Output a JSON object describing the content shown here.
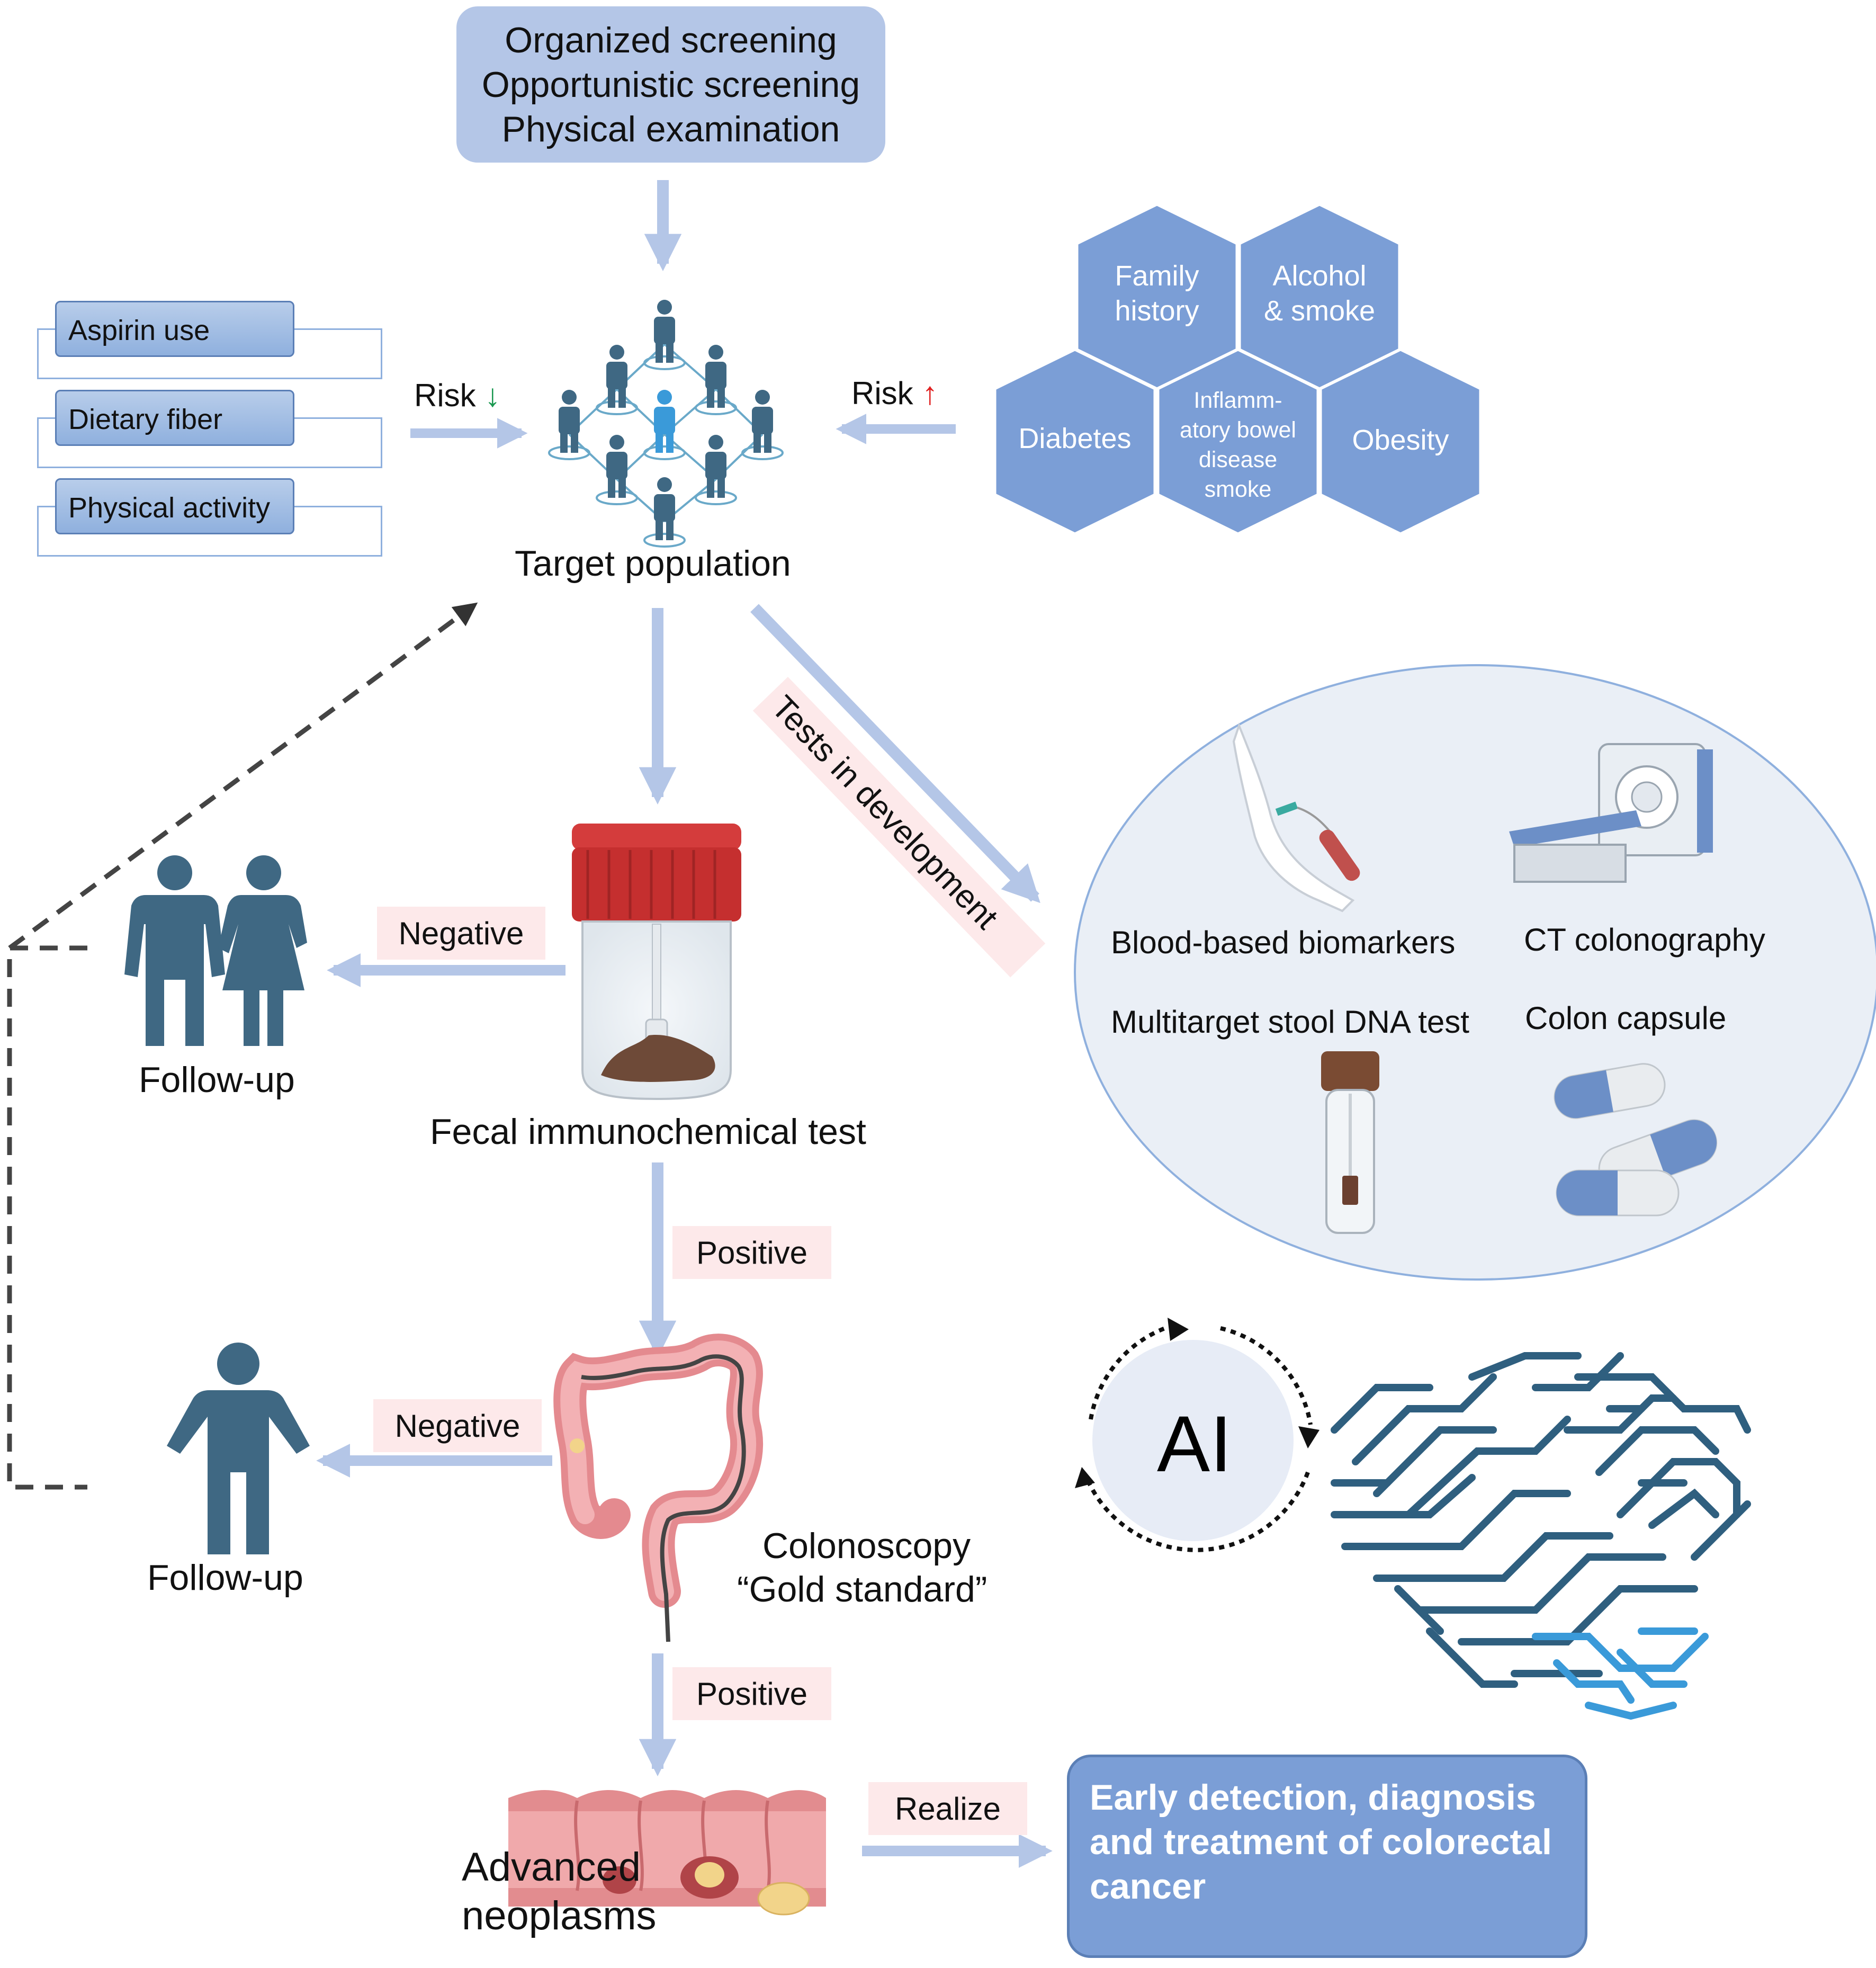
{
  "colors": {
    "arrow": "#b4c6e7",
    "hexagon": "#7b9ed6",
    "figure": "#3f6883",
    "risk_down": "#1a9850",
    "risk_up": "#e02020",
    "label_bg": "#fde9ea"
  },
  "screening": {
    "lines": [
      "Organized screening",
      "Opportunistic screening",
      "Physical examination"
    ]
  },
  "protective": {
    "items": [
      "Aspirin use",
      "Dietary fiber",
      "Physical activity"
    ],
    "risk_label": "Risk",
    "risk_arrow": "↓"
  },
  "risk_factors": {
    "risk_label": "Risk",
    "risk_arrow": "↑",
    "family_history": [
      "Family",
      "history"
    ],
    "alcohol_smoke": [
      "Alcohol",
      "& smoke"
    ],
    "diabetes": "Diabetes",
    "ibd": [
      "Inflamm-",
      "atory bowel",
      "disease",
      "smoke"
    ],
    "obesity": "Obesity"
  },
  "target_population": "Target population",
  "tests_in_development": {
    "label": "Tests in development",
    "blood": "Blood-based biomarkers",
    "ct": "CT colonography",
    "stool_dna": "Multitarget stool DNA test",
    "capsule": "Colon capsule"
  },
  "fit": {
    "label": "Fecal immunochemical test",
    "negative": "Negative",
    "positive": "Positive",
    "followup": "Follow-up"
  },
  "colonoscopy": {
    "line1": "Colonoscopy",
    "line2": "“Gold standard”",
    "negative": "Negative",
    "positive": "Positive",
    "followup": "Follow-up"
  },
  "ai": {
    "label": "AI",
    "icon": "brain-circuit-icon"
  },
  "neoplasms": {
    "line1": "Advanced",
    "line2": "neoplasms"
  },
  "realize": "Realize",
  "outcome": {
    "lines": [
      "Early detection, diagnosis",
      "and treatment of colorectal",
      "cancer"
    ]
  }
}
